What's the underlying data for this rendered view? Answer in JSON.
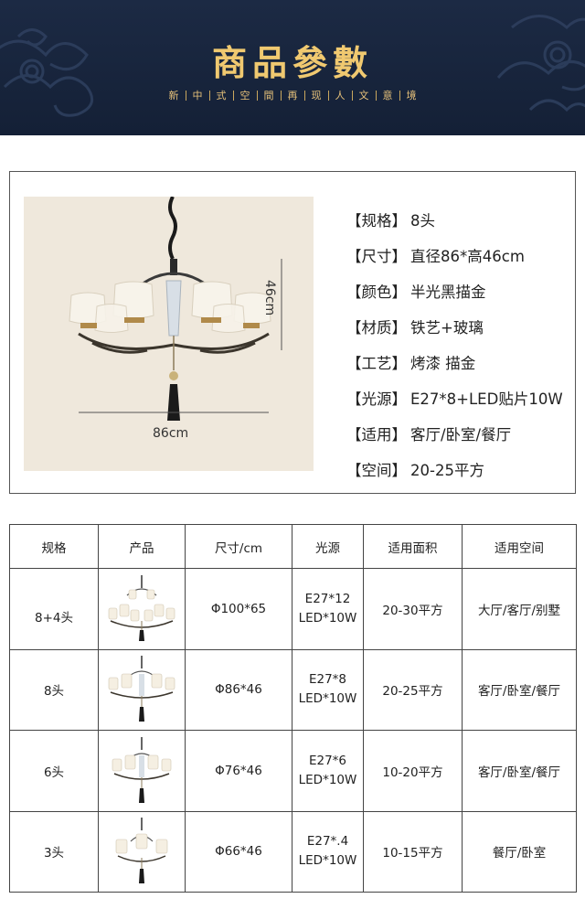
{
  "banner": {
    "title": "商品參數",
    "subtitle_chars": [
      "新",
      "中",
      "式",
      "空",
      "間",
      "再",
      "现",
      "人",
      "文",
      "意",
      "境"
    ],
    "colors": {
      "background": "#1c2a44",
      "gold": "#f0c970"
    }
  },
  "specs": {
    "items": [
      {
        "key": "【规格】",
        "value": "8头"
      },
      {
        "key": "【尺寸】",
        "value": "直径86*高46cm"
      },
      {
        "key": "【颜色】",
        "value": "半光黑描金"
      },
      {
        "key": "【材质】",
        "value": "铁艺+玻璃"
      },
      {
        "key": "【工艺】",
        "value": "烤漆 描金"
      },
      {
        "key": "【光源】",
        "value": "E27*8+LED贴片10W"
      },
      {
        "key": "【适用】",
        "value": "客厅/卧室/餐厅"
      },
      {
        "key": "【空间】",
        "value": "20-25平方"
      }
    ],
    "height_label": "46cm",
    "width_label": "86cm"
  },
  "table": {
    "headers": [
      "规格",
      "产品",
      "尺寸/cm",
      "光源",
      "适用面积",
      "适用空间"
    ],
    "rows": [
      {
        "size": "8+4头",
        "dimension": "Φ100*65",
        "light_1": "E27*12",
        "light_2": "LED*10W",
        "area": "20-30平方",
        "space": "大厅/客厅/别墅",
        "thumb": "chandelier-two-tier-icon"
      },
      {
        "size": "8头",
        "dimension": "Φ86*46",
        "light_1": "E27*8",
        "light_2": "LED*10W",
        "area": "20-25平方",
        "space": "客厅/卧室/餐厅",
        "thumb": "chandelier-8-icon"
      },
      {
        "size": "6头",
        "dimension": "Φ76*46",
        "light_1": "E27*6",
        "light_2": "LED*10W",
        "area": "10-20平方",
        "space": "客厅/卧室/餐厅",
        "thumb": "chandelier-6-icon"
      },
      {
        "size": "3头",
        "dimension": "Φ66*46",
        "light_1": "E27*.4",
        "light_2": "LED*10W",
        "area": "10-15平方",
        "space": "餐厅/卧室",
        "thumb": "chandelier-3-icon"
      }
    ]
  }
}
